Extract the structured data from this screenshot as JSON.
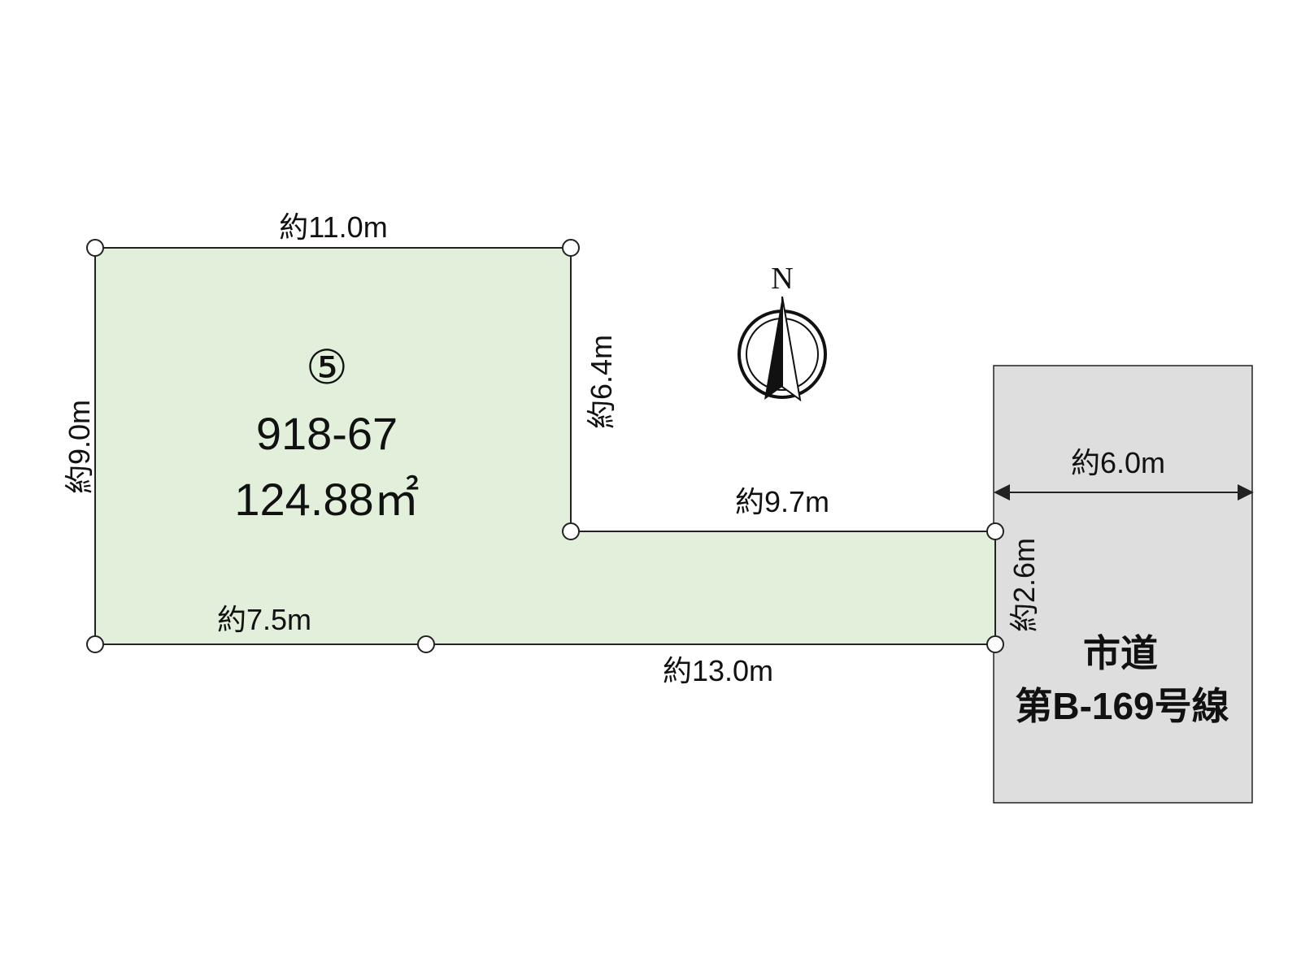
{
  "lot": {
    "number": "⑤",
    "parcel": "918-67",
    "area": "124.88㎡"
  },
  "dimensions": {
    "top": "約11.0m",
    "left": "約9.0m",
    "inner_vertical": "約6.4m",
    "inner_horizontal": "約9.7m",
    "bottom_left": "約7.5m",
    "bottom": "約13.0m",
    "frontage": "約2.6m",
    "road_width": "約6.0m"
  },
  "road": {
    "line1": "市道",
    "line2": "第B-169号線"
  },
  "compass": {
    "label": "N"
  },
  "colors": {
    "lot_fill": "#e2efdb",
    "road_fill": "#dedede",
    "line": "#222222"
  }
}
